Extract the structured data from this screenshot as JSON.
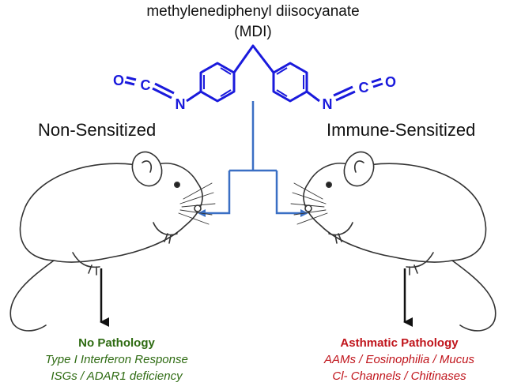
{
  "title": {
    "line1": "methylenediphenyl diisocyanate",
    "line2": "(MDI)"
  },
  "molecule": {
    "left_group": "O=C=N",
    "right_group": "N=C=O",
    "atoms": {
      "O": "O",
      "C": "C",
      "N": "N"
    },
    "color": "#1a1adc"
  },
  "groups": {
    "left": "Non-Sensitized",
    "right": "Immune-Sensitized"
  },
  "outcomes": {
    "left": {
      "heading": "No Pathology",
      "line1": "Type I Interferon Response",
      "line2": "ISGs / ADAR1 deficiency",
      "color": "#2e6b12"
    },
    "right": {
      "heading": "Asthmatic Pathology",
      "line1": "AAMs / Eosinophilia / Mucus",
      "line2": "Cl- Channels / Chitinases",
      "color": "#c0141b"
    }
  },
  "colors": {
    "branch_arrows": "#3a6fc4",
    "down_arrows": "#111111",
    "mouse_outline": "#333333"
  },
  "icons": [
    "mouse-left-icon",
    "mouse-right-icon"
  ]
}
